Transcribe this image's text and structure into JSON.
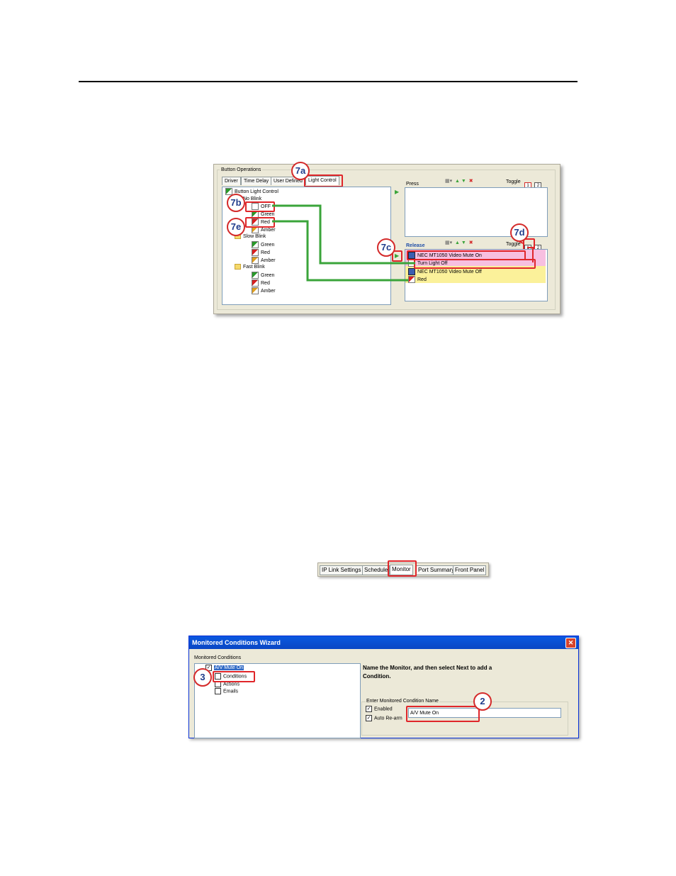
{
  "panel1": {
    "group_title": "Button Operations",
    "tabs": [
      "Driver",
      "Time Delay",
      "User Defined",
      "Light Control"
    ],
    "tree": {
      "root": "Button Light Control",
      "no_blink": "No Blink",
      "no_blink_items": [
        "OFF",
        "Green",
        "Red",
        "Amber"
      ],
      "slow_blink": "Slow Blink",
      "slow_blink_items": [
        "Green",
        "Red",
        "Amber"
      ],
      "fast_blink": "Fast Blink",
      "fast_blink_items": [
        "Green",
        "Red",
        "Amber"
      ]
    },
    "press_label": "Press",
    "release_label": "Release",
    "toggle_label": "Toggle",
    "toggle_btn1": "1",
    "toggle_btn2": "2",
    "release_items": [
      "NEC MT1050 Video Mute On",
      "Turn Light Off",
      "NEC MT1050 Video Mute Off",
      "Red"
    ],
    "callouts": [
      "7a",
      "7b",
      "7c",
      "7d",
      "7e"
    ],
    "colors": {
      "highlight_pink": "#f7bfe0",
      "highlight_yellow": "#fbf19a",
      "connector_green": "#3aa43a",
      "callout_red": "#e0262a"
    }
  },
  "tabrow": {
    "tabs": [
      "IP Link Settings",
      "Schedule",
      "Monitor",
      "Port Summary",
      "Front Panel"
    ],
    "selected": "Monitor"
  },
  "wizard": {
    "title": "Monitored Conditions Wizard",
    "section_label": "Monitored Conditions",
    "tree_root": "A/V Mute On",
    "tree_items": [
      "Conditions",
      "Actions",
      "Emails"
    ],
    "instruction": "Name the Monitor, and then select Next to add a Condition.",
    "group_title": "Enter Monitored Condition Name",
    "enabled_label": "Enabled",
    "auto_rearm_label": "Auto Re-arm",
    "name_value": "A/V Mute On",
    "callouts": [
      "3",
      "2"
    ]
  }
}
